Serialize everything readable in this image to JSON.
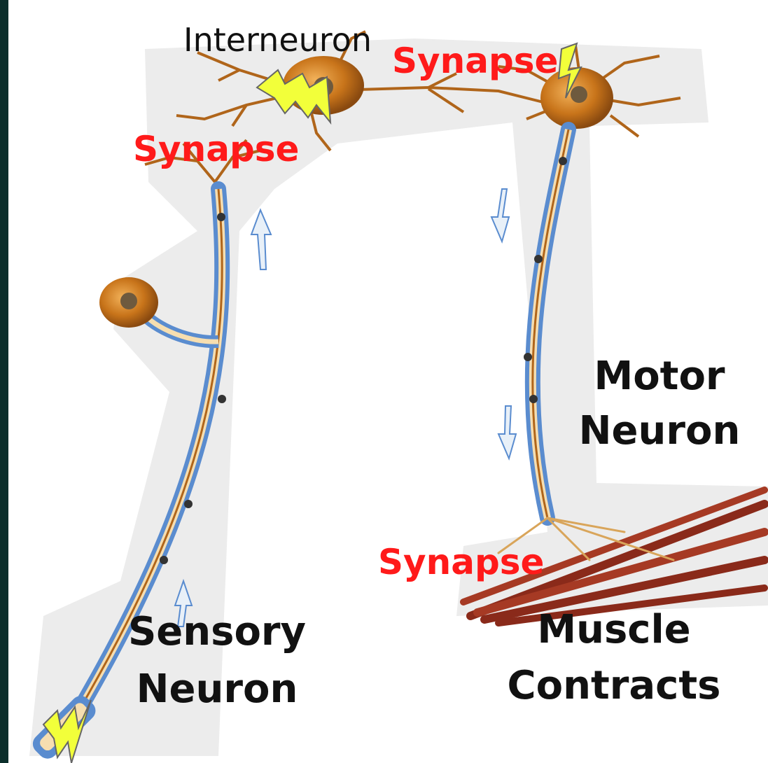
{
  "labels": {
    "interneuron": "Interneuron",
    "synapse_top_right": "Synapse",
    "synapse_top_left": "Synapse",
    "synapse_bottom": "Synapse",
    "motor_neuron_line1": "Motor",
    "motor_neuron_line2": "Neuron",
    "sensory_neuron_line1": "Sensory",
    "sensory_neuron_line2": "Neuron",
    "muscle_line1": "Muscle",
    "muscle_line2": "Contracts"
  },
  "colors": {
    "synapse_label": "#ff1a1a",
    "slide_background": "#06403a",
    "neuron_body": "#c8741a",
    "myelin": "#5a8ccf",
    "muscle": "#8a2a1a",
    "impulse_bolt": "#f2ff3a"
  }
}
